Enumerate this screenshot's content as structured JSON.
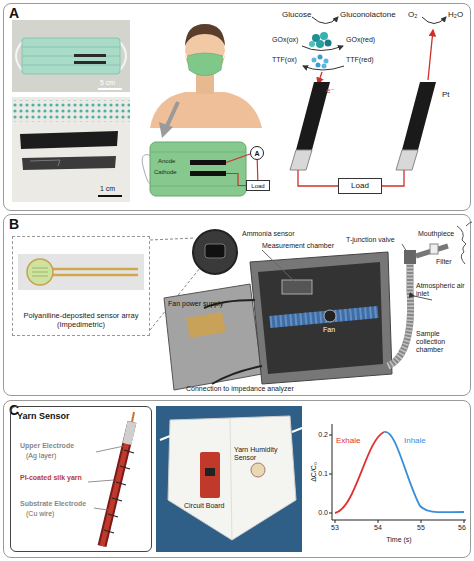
{
  "diagram": {
    "nodes": [
      {
        "text": [
          "A"
        ]
      },
      {
        "text": [
          "Load"
        ],
        "in": 0
      },
      {
        "text": [
          "A"
        ],
        "in": 0
      },
      {
        "text": [
          "Load"
        ],
        "in": 0
      },
      {
        "text": [
          "B"
        ]
      },
      {
        "text": [
          "Polyaniline-deposited sensor array (Impedimetric)"
        ],
        "in": 4
      },
      {
        "text": [
          "C"
        ]
      },
      {
        "text": [
          "Yarn Sensor"
        ],
        "in": 6
      }
    ],
    "edges": [
      {
        "from": 2,
        "to": 3,
        "arrow": "none"
      }
    ],
    "labels": [
      "5 cm",
      "1 cm",
      "Anode",
      "Cathode",
      "Glucose",
      "Gluconolactone",
      "GOx(ox)",
      "GOx(red)",
      "TTF(ox)",
      "TTF(red)",
      "e⁻",
      "O₂",
      "H₂O",
      "Pt",
      "Ammonia sensor",
      "Measurement chamber",
      "Fan",
      "Fan power supply",
      "Connection to impedance analyzer",
      "T-junction valve",
      "Filter",
      "Mouthpiece",
      "Atmospheric air inlet",
      "Sample collection chamber",
      "Upper Electrode",
      "(Ag layer)",
      "PI-coated silk yarn",
      "Substrate Electrode",
      "(Cu wire)",
      "Circuit Board",
      "Yarn Humidity Sensor",
      "ΔC/C₀",
      "0.2",
      "0.1",
      "0.0",
      "53",
      "54",
      "55",
      "56",
      "Time (s)",
      "Exhale",
      "Inhale"
    ]
  }
}
